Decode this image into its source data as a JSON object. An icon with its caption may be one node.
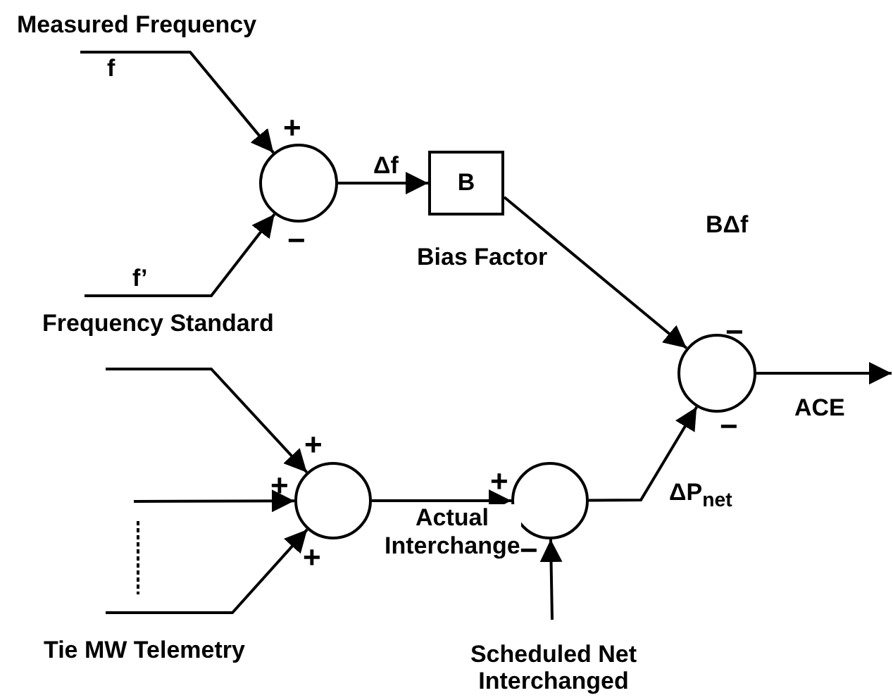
{
  "diagram": {
    "nodes": [
      {
        "text": [
          "Measured Frequency"
        ]
      },
      {
        "text": [
          "Frequency Standard"
        ]
      },
      {
        "text": [],
        "shape": "circle"
      },
      {
        "text": [
          "B"
        ],
        "beside": [
          "Bias Factor"
        ]
      },
      {
        "text": [],
        "shape": "circle"
      },
      {
        "text": [],
        "shape": "circle"
      },
      {
        "text": [],
        "shape": "circle"
      },
      {
        "text": [
          "Scheduled Net Interchanged"
        ]
      }
    ],
    "edges": [
      {
        "from": 0,
        "to": 2,
        "arrow": "to",
        "label": "f"
      },
      {
        "from": 1,
        "to": 2,
        "arrow": "to",
        "label": "f’"
      },
      {
        "from": 2,
        "to": 3,
        "arrow": "to",
        "label": "Δf"
      },
      {
        "from": 3,
        "to": 4,
        "arrow": "to",
        "label": "BΔf"
      },
      {
        "from": null,
        "to": 5,
        "arrow": "to"
      },
      {
        "from": null,
        "to": 5,
        "arrow": "to"
      },
      {
        "from": null,
        "to": 5,
        "arrow": "to"
      },
      {
        "from": 5,
        "to": 6,
        "arrow": "to",
        "label": "Actual Interchange"
      },
      {
        "from": 7,
        "to": 6,
        "arrow": "to"
      },
      {
        "from": 6,
        "to": 4,
        "arrow": "to",
        "label": "ΔP$_{net}$"
      },
      {
        "from": 4,
        "to": null,
        "arrow": "to",
        "label": "ACE"
      }
    ],
    "labels": [
      "+",
      "−",
      "−",
      "−",
      "+",
      "+",
      "+",
      "+",
      "−",
      "Tie MW Telemetry"
    ]
  }
}
